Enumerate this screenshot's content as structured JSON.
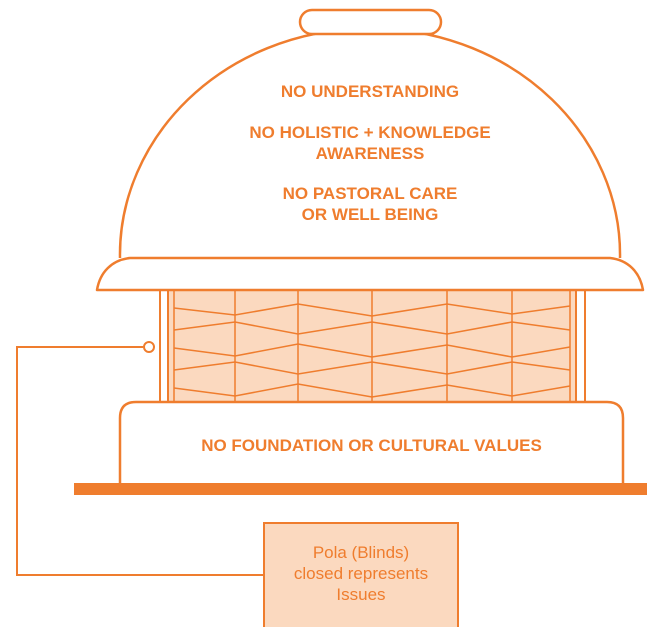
{
  "colors": {
    "stroke": "#ef7d2e",
    "fill_light": "#fbd9bf",
    "background": "#ffffff"
  },
  "dome": {
    "lines": [
      "NO UNDERSTANDING",
      "NO HOLISTIC + KNOWLEDGE",
      "AWARENESS",
      "NO PASTORAL CARE",
      "OR WELL BEING"
    ]
  },
  "base": {
    "label": "NO FOUNDATION OR CULTURAL VALUES"
  },
  "callout": {
    "lines": [
      "Pola (Blinds)",
      "closed represents",
      "Issues"
    ]
  }
}
